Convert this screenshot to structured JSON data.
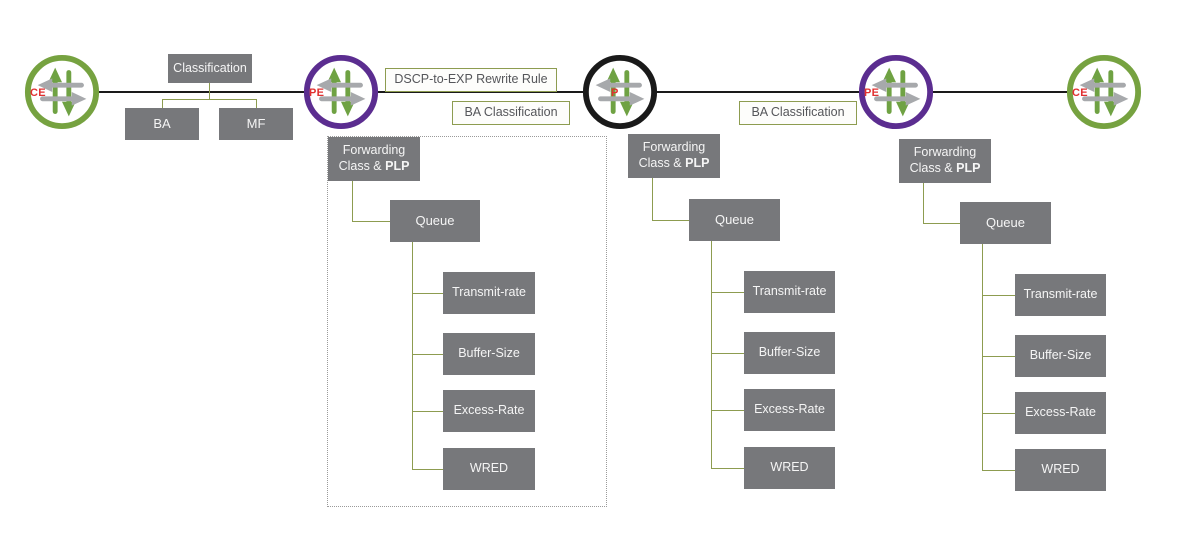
{
  "palette": {
    "dark_box": "#77787b",
    "light_box_border": "#8d9c50",
    "connector_line": "#8d9c50",
    "main_line": "#1a1a1a",
    "ce_ring": "#76a240",
    "pe_ring": "#5b2d90",
    "p_ring": "#1a1a1a",
    "router_label": "#e03131",
    "arrow_green": "#6fa243",
    "arrow_gray": "#a7a9ac"
  },
  "routers": [
    {
      "name": "CE"
    },
    {
      "name": "PE"
    },
    {
      "name": "P"
    },
    {
      "name": "PE"
    },
    {
      "name": "CE"
    }
  ],
  "top": {
    "classification": "Classification",
    "ba": "BA",
    "mf": "MF",
    "dscp_rewrite": "DSCP-to-EXP Rewrite Rule",
    "ba_classification_left": "BA Classification",
    "ba_classification_right": "BA Classification"
  },
  "columns": [
    {
      "fc_line1": "Forwarding",
      "fc_line2_normal": "Class & ",
      "fc_line2_bold": "PLP",
      "queue": "Queue",
      "items": [
        "Transmit-rate",
        "Buffer-Size",
        "Excess-Rate",
        "WRED"
      ]
    },
    {
      "fc_line1": "Forwarding",
      "fc_line2_normal": "Class & ",
      "fc_line2_bold": "PLP",
      "queue": "Queue",
      "items": [
        "Transmit-rate",
        "Buffer-Size",
        "Excess-Rate",
        "WRED"
      ]
    },
    {
      "fc_line1": "Forwarding",
      "fc_line2_normal": "Class & ",
      "fc_line2_bold": "PLP",
      "queue": "Queue",
      "items": [
        "Transmit-rate",
        "Buffer-Size",
        "Excess-Rate",
        "WRED"
      ]
    }
  ]
}
